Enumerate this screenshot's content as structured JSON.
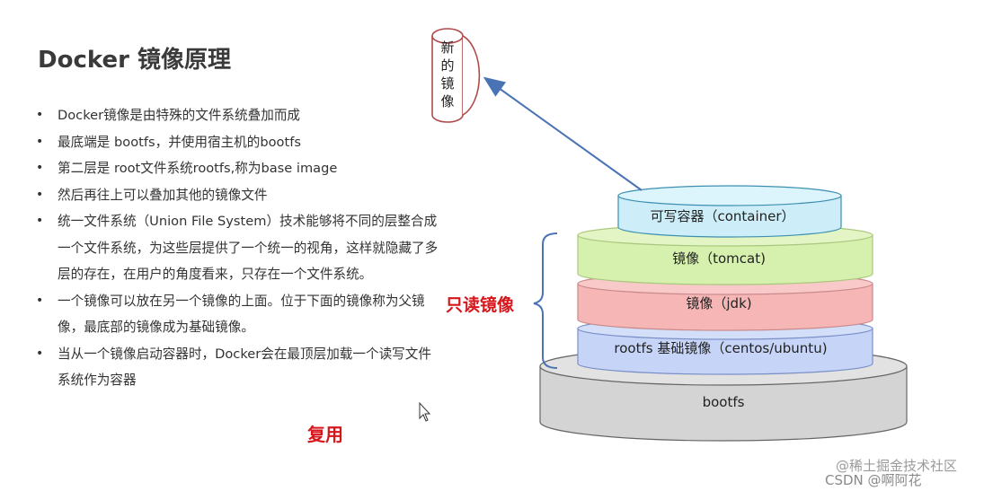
{
  "title": "Docker 镜像原理",
  "bullets": [
    "Docker镜像是由特殊的文件系统叠加而成",
    "最底端是 bootfs，并使用宿主机的bootfs",
    "第二层是 root文件系统rootfs,称为base image",
    "然后再往上可以叠加其他的镜像文件",
    "统一文件系统（Union File System）技术能够将不同的层整合成一个文件系统，为这些层提供了一个统一的视角，这样就隐藏了多层的存在，在用户的角度看来，只存在一个文件系统。",
    "一个镜像可以放在另一个镜像的上面。位于下面的镜像称为父镜像，最底部的镜像成为基础镜像。",
    "当从一个镜像启动容器时，Docker会在最顶层加载一个读写文件系统作为容器"
  ],
  "reuse_label": "复用",
  "readonly_label": "只读镜像",
  "new_image_label": [
    "新",
    "的",
    "镜",
    "像"
  ],
  "layers": {
    "container": "可写容器（container）",
    "tomcat": "镜像（tomcat)",
    "jdk": "镜像（jdk)",
    "rootfs": "rootfs 基础镜像（centos/ubuntu)",
    "bootfs": "bootfs"
  },
  "watermark": {
    "line1": "@稀土掘金技术社区",
    "line2": "CSDN @啊阿花"
  },
  "colors": {
    "title": "#3a3a3a",
    "accent_red": "#d7161b",
    "container_fill": "#cdeef8",
    "tomcat_fill": "#d6f0ad",
    "jdk_fill": "#f7b7b7",
    "rootfs_fill": "#c6d4f7",
    "bootfs_fill": "#d6d6d6",
    "arrow": "#4a73b6"
  }
}
